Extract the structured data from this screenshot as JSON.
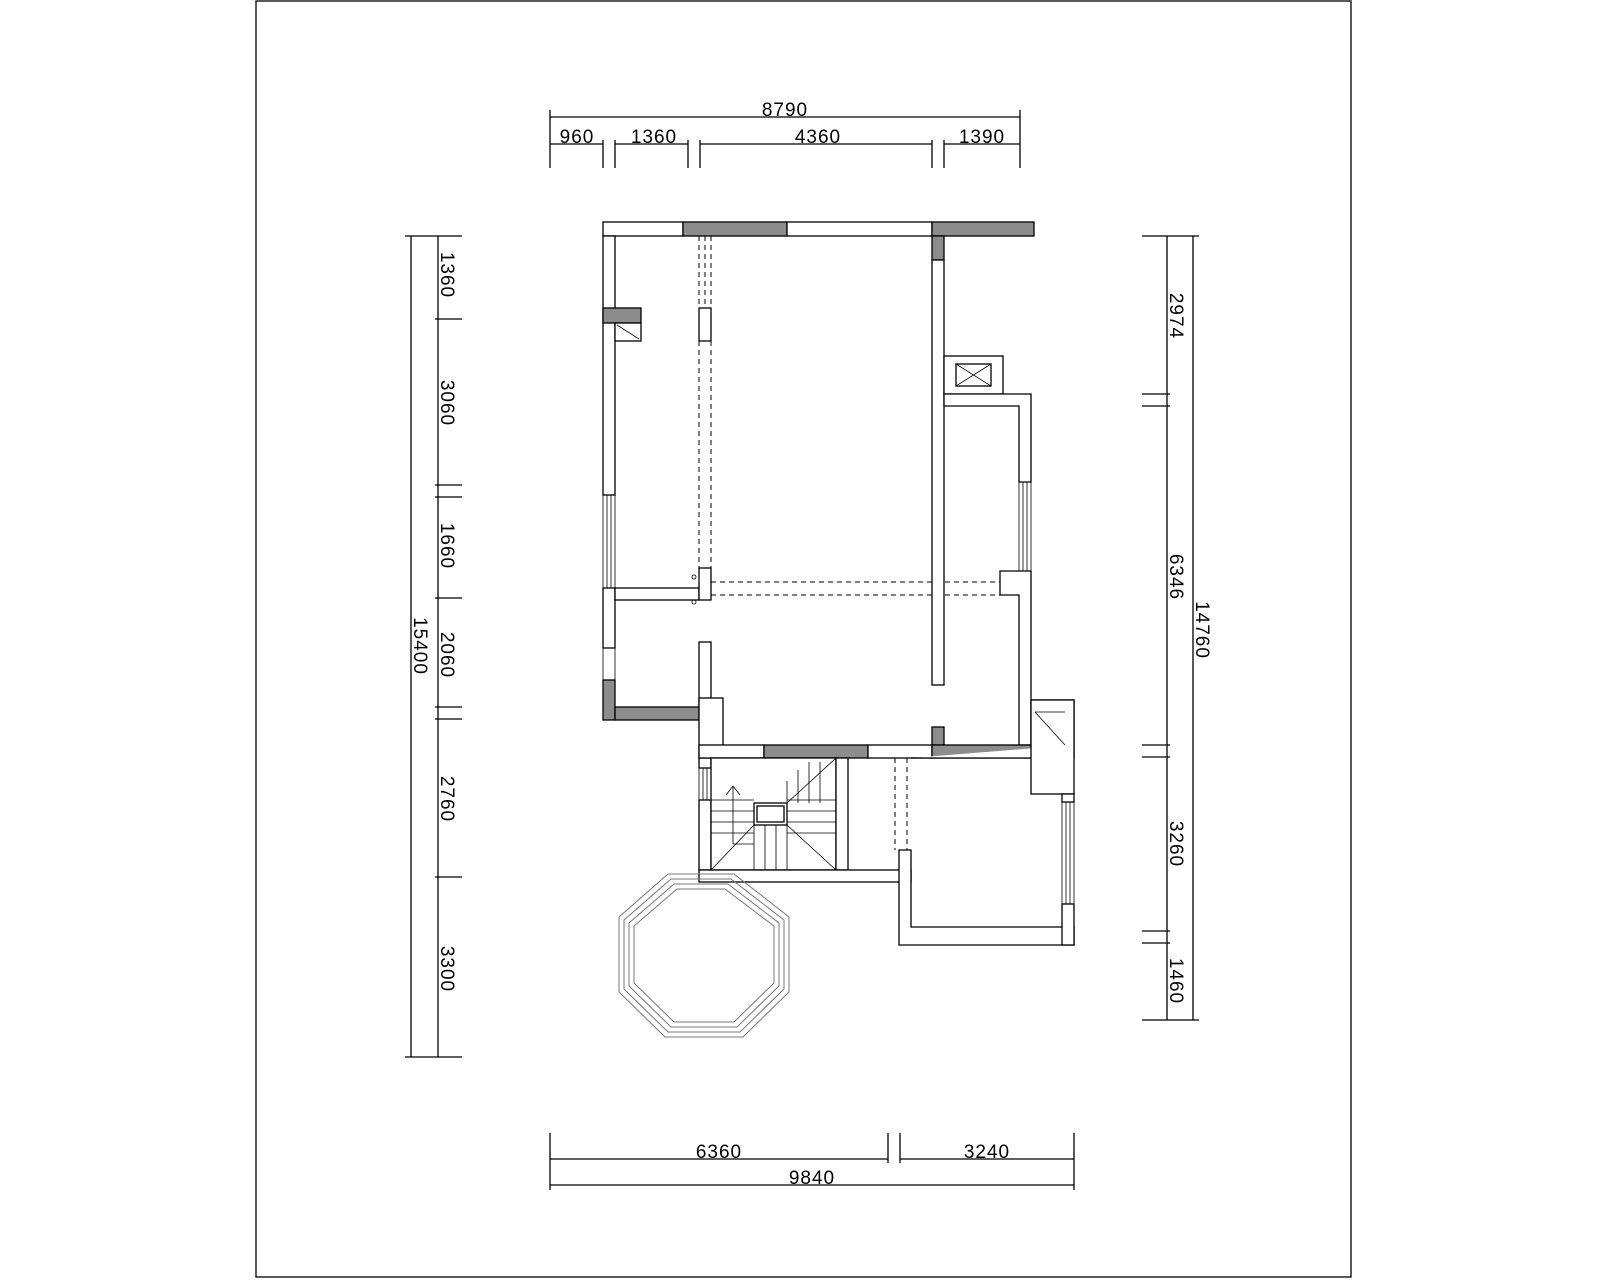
{
  "dimensions": {
    "top_total": "8790",
    "top_segments": [
      "960",
      "1360",
      "4360",
      "1390"
    ],
    "left_total": "15400",
    "left_segments": [
      "1360",
      "3060",
      "1660",
      "2060",
      "2760",
      "3300"
    ],
    "right_total": "14760",
    "right_segments": [
      "2974",
      "6346",
      "3260",
      "1460"
    ],
    "bottom_total": "9840",
    "bottom_segments": [
      "6360",
      "3240"
    ]
  }
}
